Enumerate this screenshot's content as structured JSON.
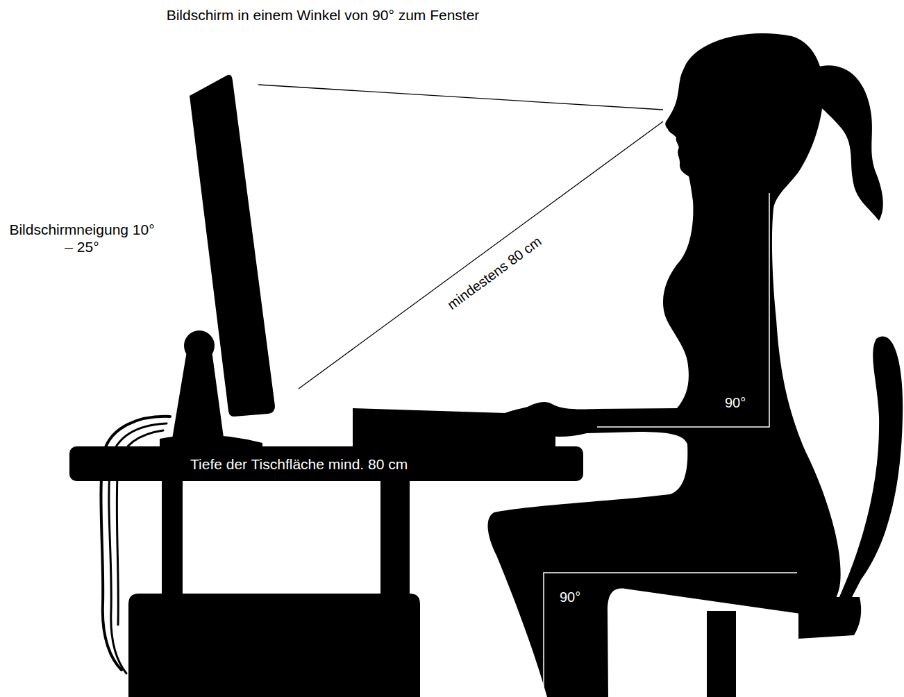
{
  "diagram": {
    "title": "Bildschirm in einem Winkel von 90° zum Fenster",
    "labels": [
      "Bildschirmneigung 10° – 25°",
      "mindestens 80 cm",
      "Tiefe der Tischfläche mind. 80 cm",
      "90°",
      "90°"
    ]
  }
}
